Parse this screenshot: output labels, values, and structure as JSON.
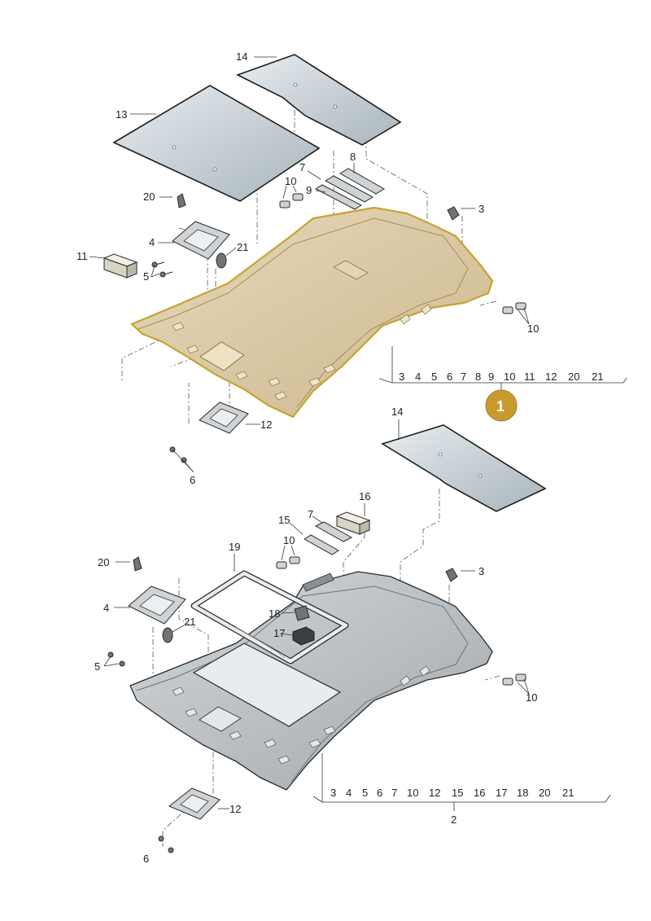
{
  "colors": {
    "highlight_fill": "#d9c9a4",
    "highlight_stroke": "#c9a233",
    "headliner_grey": "#b4b9bd",
    "badge": "#c99a2e",
    "glass": "#c7d0d6"
  },
  "upper": {
    "labels": {
      "l14": "14",
      "l13": "13",
      "l8": "8",
      "l7": "7",
      "l10a": "10",
      "l9": "9",
      "l3": "3",
      "l20": "20",
      "l4": "4",
      "l21": "21",
      "l11": "11",
      "l5": "5",
      "l10b": "10",
      "l12": "12",
      "l6": "6"
    },
    "sequence": [
      "3",
      "4",
      "5",
      "6",
      "7",
      "8",
      "9",
      "10",
      "11",
      "12",
      "20",
      "21"
    ],
    "badge": "1"
  },
  "lower": {
    "labels": {
      "l14": "14",
      "l16": "16",
      "l15": "15",
      "l7": "7",
      "l10a": "10",
      "l19": "19",
      "l3": "3",
      "l20": "20",
      "l4": "4",
      "l18": "18",
      "l21": "21",
      "l17": "17",
      "l5": "5",
      "l10b": "10",
      "l12": "12",
      "l6": "6"
    },
    "sequence": [
      "3",
      "4",
      "5",
      "6",
      "7",
      "10",
      "12",
      "15",
      "16",
      "17",
      "18",
      "20",
      "21"
    ],
    "group_label": "2"
  }
}
